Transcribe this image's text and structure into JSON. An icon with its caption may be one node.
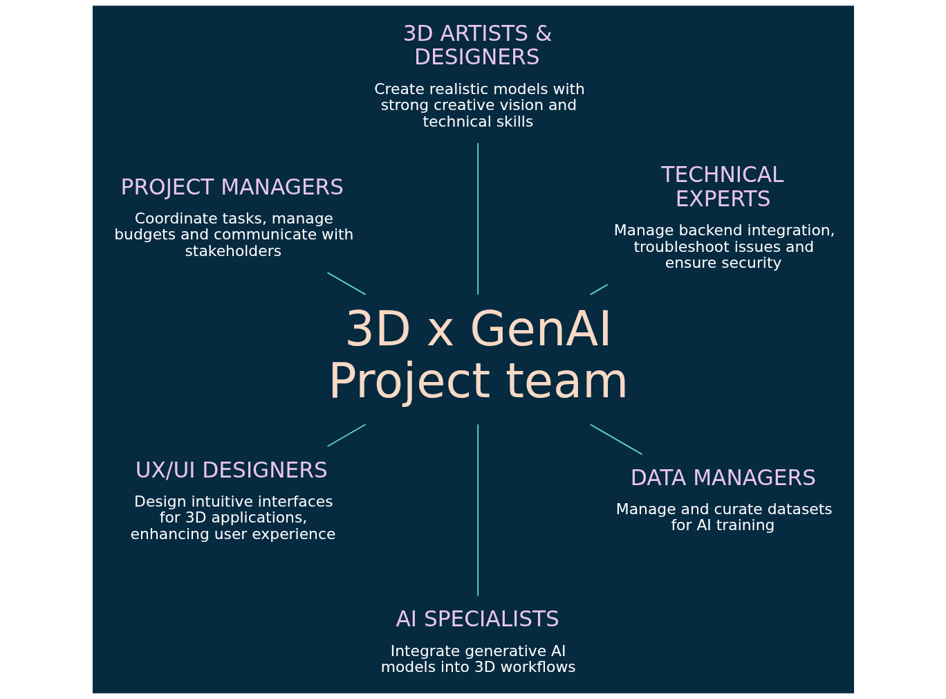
{
  "diagram": {
    "nodes": [
      {
        "text": [
          "TECHNICAL EXPERTS",
          "Manage backend integration, troubleshoot issues and ensure security"
        ]
      },
      {
        "text": [
          "3D ARTISTS & DESIGNERS",
          "Create realistic models with strong creative vision and technical skills"
        ]
      },
      {
        "text": [
          "PROJECT MANAGERS",
          "Coordinate tasks, manage budgets and communicate with stakeholders"
        ]
      },
      {
        "text": [
          "3D x GenAI Project team"
        ]
      },
      {
        "text": [
          "UX/UI DESIGNERS",
          "Design intuitive interfaces for 3D applications, enhancing user experience"
        ]
      },
      {
        "text": [
          "AI SPECIALISTS",
          "Integrate generative AI models into 3D workflows"
        ]
      },
      {
        "text": [
          "DATA MANAGERS",
          "Manage and curate datasets for AI training"
        ]
      }
    ],
    "edges": [
      {
        "from": 3,
        "to": 0,
        "arrow": "none"
      },
      {
        "from": 3,
        "to": 2,
        "arrow": "none"
      },
      {
        "from": 3,
        "to": 5,
        "arrow": "none"
      },
      {
        "from": 3,
        "to": 6,
        "arrow": "none"
      },
      {
        "from": 3,
        "to": 4,
        "arrow": "none"
      },
      {
        "from": 3,
        "to": 1,
        "arrow": "none"
      }
    ]
  }
}
